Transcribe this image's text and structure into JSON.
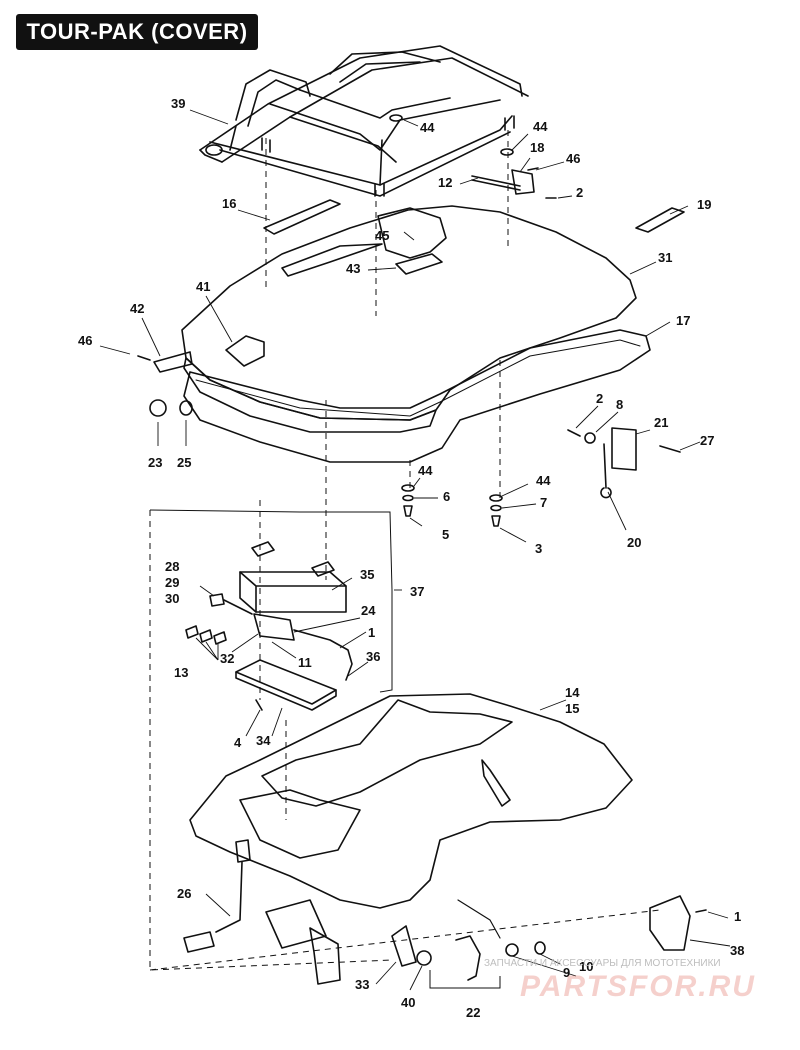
{
  "title": "TOUR-PAK (COVER)",
  "callouts": [
    {
      "id": "c39",
      "label": "39"
    },
    {
      "id": "c44a",
      "label": "44"
    },
    {
      "id": "c44b",
      "label": "44"
    },
    {
      "id": "c18",
      "label": "18"
    },
    {
      "id": "c46a",
      "label": "46"
    },
    {
      "id": "c12",
      "label": "12"
    },
    {
      "id": "c2a",
      "label": "2"
    },
    {
      "id": "c16",
      "label": "16"
    },
    {
      "id": "c45",
      "label": "45"
    },
    {
      "id": "c19",
      "label": "19"
    },
    {
      "id": "c43",
      "label": "43"
    },
    {
      "id": "c31",
      "label": "31"
    },
    {
      "id": "c41",
      "label": "41"
    },
    {
      "id": "c42",
      "label": "42"
    },
    {
      "id": "c17",
      "label": "17"
    },
    {
      "id": "c46b",
      "label": "46"
    },
    {
      "id": "c2b",
      "label": "2"
    },
    {
      "id": "c8",
      "label": "8"
    },
    {
      "id": "c21",
      "label": "21"
    },
    {
      "id": "c27",
      "label": "27"
    },
    {
      "id": "c23",
      "label": "23"
    },
    {
      "id": "c25",
      "label": "25"
    },
    {
      "id": "c44c",
      "label": "44"
    },
    {
      "id": "c6",
      "label": "6"
    },
    {
      "id": "c44d",
      "label": "44"
    },
    {
      "id": "c7",
      "label": "7"
    },
    {
      "id": "c5",
      "label": "5"
    },
    {
      "id": "c3",
      "label": "3"
    },
    {
      "id": "c20",
      "label": "20"
    },
    {
      "id": "c28",
      "label": "28"
    },
    {
      "id": "c29",
      "label": "29"
    },
    {
      "id": "c30",
      "label": "30"
    },
    {
      "id": "c35",
      "label": "35"
    },
    {
      "id": "c37",
      "label": "37"
    },
    {
      "id": "c24",
      "label": "24"
    },
    {
      "id": "c1a",
      "label": "1"
    },
    {
      "id": "c13",
      "label": "13"
    },
    {
      "id": "c32",
      "label": "32"
    },
    {
      "id": "c11",
      "label": "11"
    },
    {
      "id": "c36",
      "label": "36"
    },
    {
      "id": "c14",
      "label": "14"
    },
    {
      "id": "c15",
      "label": "15"
    },
    {
      "id": "c4",
      "label": "4"
    },
    {
      "id": "c34",
      "label": "34"
    },
    {
      "id": "c26",
      "label": "26"
    },
    {
      "id": "c1b",
      "label": "1"
    },
    {
      "id": "c38",
      "label": "38"
    },
    {
      "id": "c9",
      "label": "9"
    },
    {
      "id": "c10",
      "label": "10"
    },
    {
      "id": "c33",
      "label": "33"
    },
    {
      "id": "c40",
      "label": "40"
    },
    {
      "id": "c22",
      "label": "22"
    }
  ],
  "watermark": {
    "top_text": "ЗАПЧАСТИ И АКСЕССУАРЫ ДЛЯ МОТОТЕХНИКИ",
    "brand": "PARTSFOR.RU"
  }
}
